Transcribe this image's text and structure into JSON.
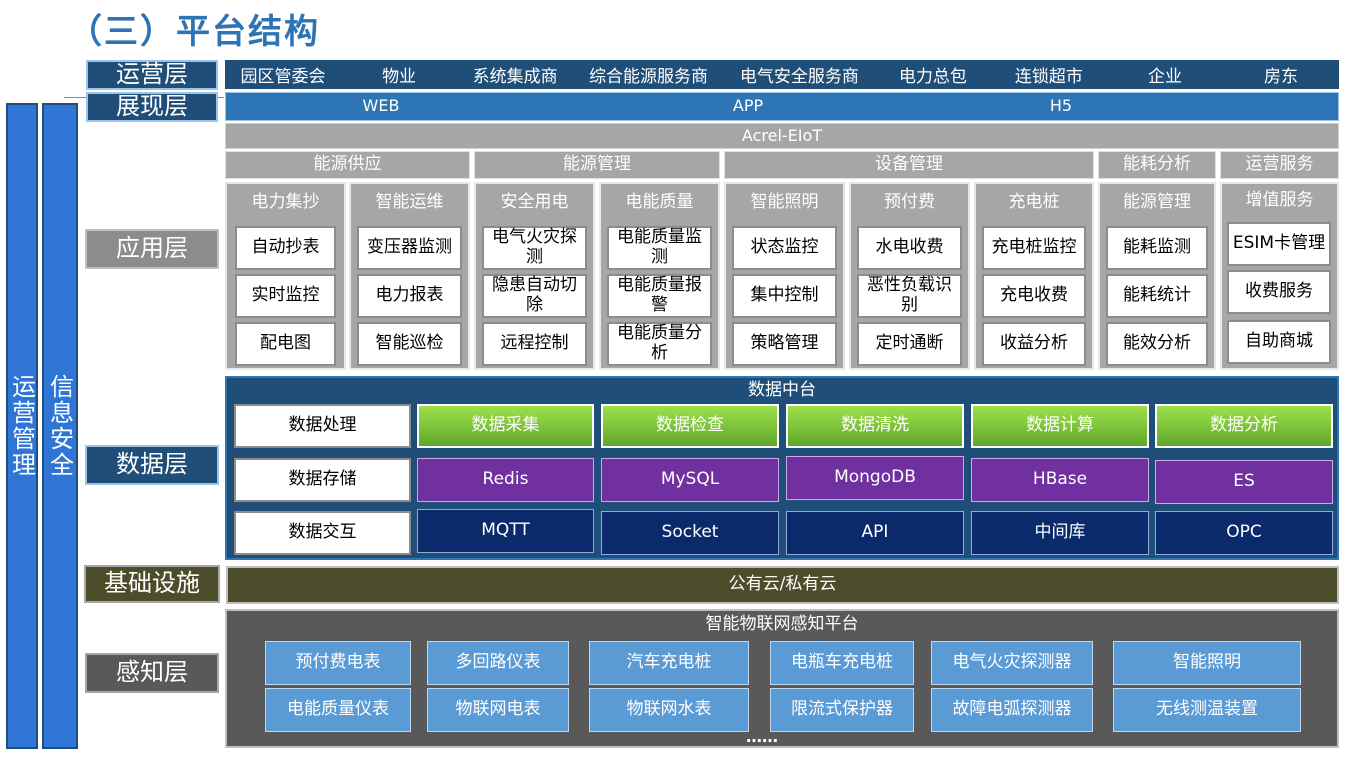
{
  "title": "（三）平台结构",
  "side": {
    "ops_mgmt": "运营管理",
    "info_security": "信息安全"
  },
  "layers": {
    "operation": "运营层",
    "display": "展现层",
    "application": "应用层",
    "data": "数据层",
    "infrastructure": "基础设施",
    "perception": "感知层"
  },
  "operation_items": [
    "园区管委会",
    "物业",
    "系统集成商",
    "综合能源服务商",
    "电气安全服务商",
    "电力总包",
    "连锁超市",
    "企业",
    "房东"
  ],
  "display_items": [
    "WEB",
    "APP",
    "H5"
  ],
  "platform": "Acrel-EIoT",
  "categories": [
    "能源供应",
    "能源管理",
    "设备管理",
    "能耗分析",
    "运营服务"
  ],
  "app_columns": [
    {
      "head": "电力集抄",
      "items": [
        "自动抄表",
        "实时监控",
        "配电图"
      ]
    },
    {
      "head": "智能运维",
      "items": [
        "变压器监测",
        "电力报表",
        "智能巡检"
      ]
    },
    {
      "head": "安全用电",
      "items": [
        "电气火灾探测",
        "隐患自动切除",
        "远程控制"
      ]
    },
    {
      "head": "电能质量",
      "items": [
        "电能质量监测",
        "电能质量报警",
        "电能质量分析"
      ]
    },
    {
      "head": "智能照明",
      "items": [
        "状态监控",
        "集中控制",
        "策略管理"
      ]
    },
    {
      "head": "预付费",
      "items": [
        "水电收费",
        "恶性负载识别",
        "定时通断"
      ]
    },
    {
      "head": "充电桩",
      "items": [
        "充电桩监控",
        "充电收费",
        "收益分析"
      ]
    },
    {
      "head": "能源管理",
      "items": [
        "能耗监测",
        "能耗统计",
        "能效分析"
      ]
    },
    {
      "head": "增值服务",
      "items": [
        "ESIM卡管理",
        "收费服务",
        "自助商城"
      ]
    }
  ],
  "data_center": {
    "title": "数据中台",
    "rows": [
      {
        "label": "数据处理",
        "items": [
          "数据采集",
          "数据检查",
          "数据清洗",
          "数据计算",
          "数据分析"
        ]
      },
      {
        "label": "数据存储",
        "items": [
          "Redis",
          "MySQL",
          "MongoDB",
          "HBase",
          "ES"
        ]
      },
      {
        "label": "数据交互",
        "items": [
          "MQTT",
          "Socket",
          "API",
          "中间库",
          "OPC"
        ]
      }
    ]
  },
  "infrastructure_text": "公有云/私有云",
  "perception": {
    "title": "智能物联网感知平台",
    "row1": [
      "预付费电表",
      "多回路仪表",
      "汽车充电桩",
      "电瓶车充电桩",
      "电气火灾探测器",
      "智能照明"
    ],
    "row2": [
      "电能质量仪表",
      "物联网电表",
      "物联网水表",
      "限流式保护器",
      "故障电弧探测器",
      "无线测温装置"
    ],
    "more": "……"
  },
  "colors": {
    "navy": "#1f4e79",
    "blue": "#2e75b6",
    "grey": "#a6a6a6",
    "green": "#70ad47",
    "purple": "#7030a0",
    "olive": "#4d4d2b"
  }
}
